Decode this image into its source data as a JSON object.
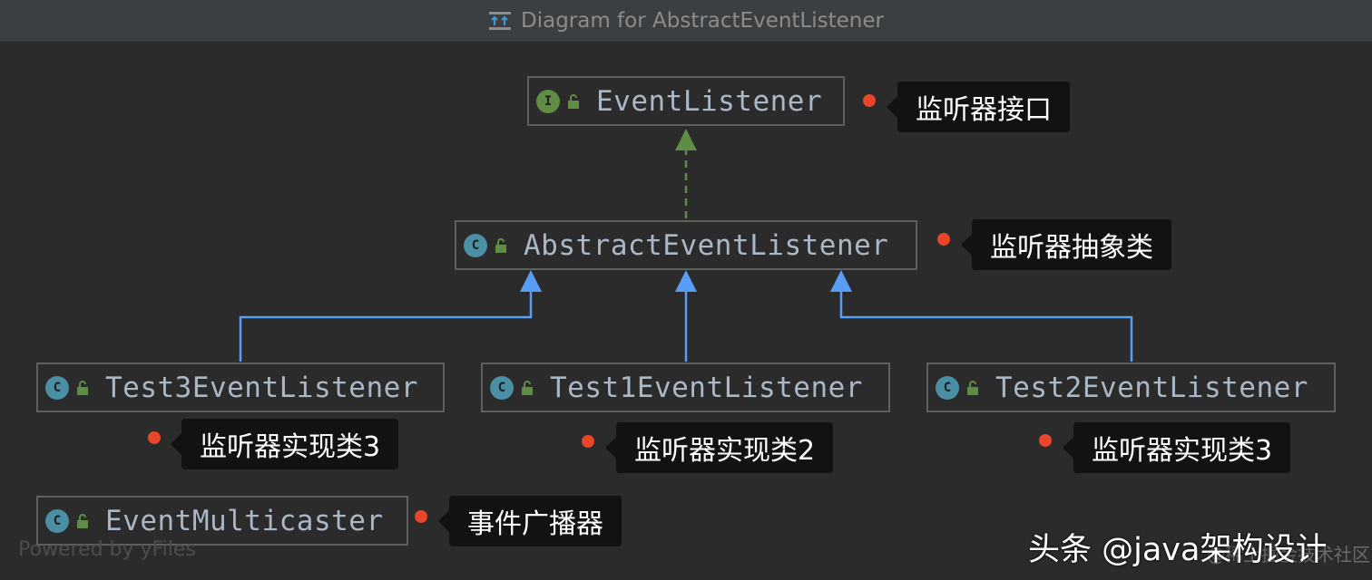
{
  "window": {
    "title": "Diagram for AbstractEventListener"
  },
  "nodes": {
    "event_listener": {
      "kind_letter": "I",
      "name": "EventListener",
      "note": "监听器接口"
    },
    "abstract_event_listener": {
      "kind_letter": "C",
      "name": "AbstractEventListener",
      "note": "监听器抽象类"
    },
    "test3": {
      "kind_letter": "C",
      "name": "Test3EventListener",
      "note": "监听器实现类3"
    },
    "test1": {
      "kind_letter": "C",
      "name": "Test1EventListener",
      "note": "监听器实现类2"
    },
    "test2": {
      "kind_letter": "C",
      "name": "Test2EventListener",
      "note": "监听器实现类3"
    },
    "multicaster": {
      "kind_letter": "C",
      "name": "EventMulticaster",
      "note": "事件广播器"
    }
  },
  "footer": {
    "powered_by": "Powered by yFiles"
  },
  "watermark": {
    "main": "头条 @java架构设计",
    "sub": "@稀土掘金技术社区"
  },
  "colors": {
    "background": "#2b2b2b",
    "implements_edge": "#5f8d45",
    "extends_edge": "#589df6",
    "note_dot": "#e8452a"
  }
}
